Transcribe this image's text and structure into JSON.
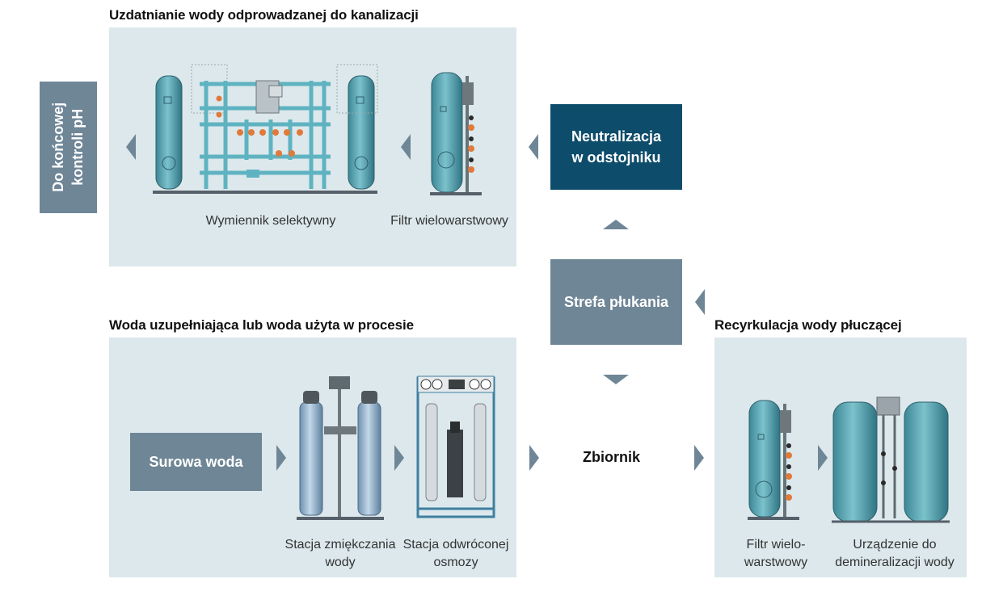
{
  "sections": {
    "wastewater": {
      "title": "Uzdatnianie wody odprowadzanej do kanalizacji"
    },
    "makeup": {
      "title": "Woda uzupełniająca lub woda użyta w procesie"
    },
    "recirculation": {
      "title": "Recyrkulacja wody płuczącej"
    }
  },
  "boxes": {
    "ph_control": "Do końcowej\nkontroli pH",
    "neutralization": "Neutralizacja\nw odstojniku",
    "rinse_zone": "Strefa płukania",
    "raw_water": "Surowa woda",
    "tank": "Zbiornik"
  },
  "equipment": {
    "selective_exchanger": "Wymiennik selektywny",
    "multilayer_filter_top": "Filtr wielowarstwowy",
    "softening_station": "Stacja zmiękczania\nwody",
    "reverse_osmosis": "Stacja odwróconej\nosmozy",
    "multilayer_filter_bottom": "Filtr wielo-\nwarstwowy",
    "demineralization": "Urządzenie do\ndemineralizacji wody"
  },
  "colors": {
    "panel": "#dce8ec",
    "box_gray": "#6f8697",
    "box_dark": "#0e4c6b",
    "vessel_teal": "#4f9fad",
    "vessel_blue": "#8fb2cf",
    "valve_orange": "#e07a3a"
  }
}
